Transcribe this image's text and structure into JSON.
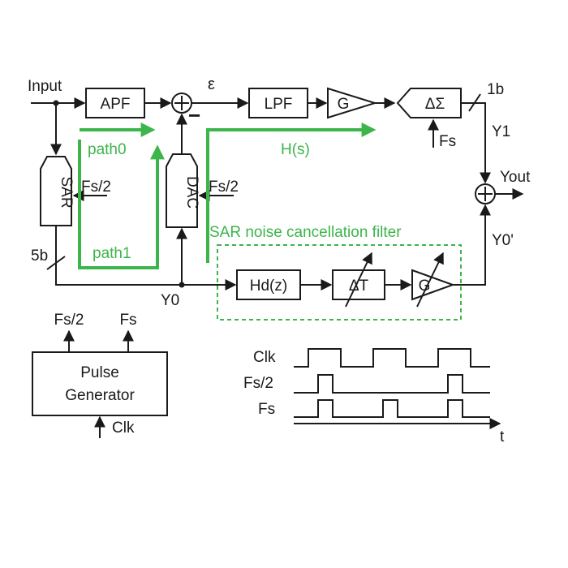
{
  "colors": {
    "ink": "#1a1a1a",
    "signal_path": "#3cb54a"
  },
  "labels": {
    "input": "Input",
    "epsilon": "ε",
    "minus": "−",
    "out_bits": "1b",
    "y1": "Y1",
    "fs_ds": "Fs",
    "yout": "Yout",
    "y0p": "Y0'",
    "y0": "Y0",
    "sar_bits": "5b",
    "sar_clk": "Fs/2",
    "dac_clk": "Fs/2",
    "path0": "path0",
    "path1": "path1",
    "hs": "H(s)",
    "filter_caption": "SAR noise cancellation filter"
  },
  "blocks": {
    "apf": "APF",
    "lpf": "LPF",
    "gain": "G",
    "delta_sigma": "ΔΣ",
    "sar": "SAR",
    "dac": "DAC",
    "hd": "Hd(z)",
    "delay": "ΔT",
    "gain2": "G"
  },
  "pulse_generator": {
    "line1": "Pulse",
    "line2": "Generator",
    "out1": "Fs/2",
    "out2": "Fs",
    "in": "Clk"
  },
  "timing": {
    "clk": "Clk",
    "fs2": "Fs/2",
    "fs": "Fs",
    "t": "t"
  }
}
